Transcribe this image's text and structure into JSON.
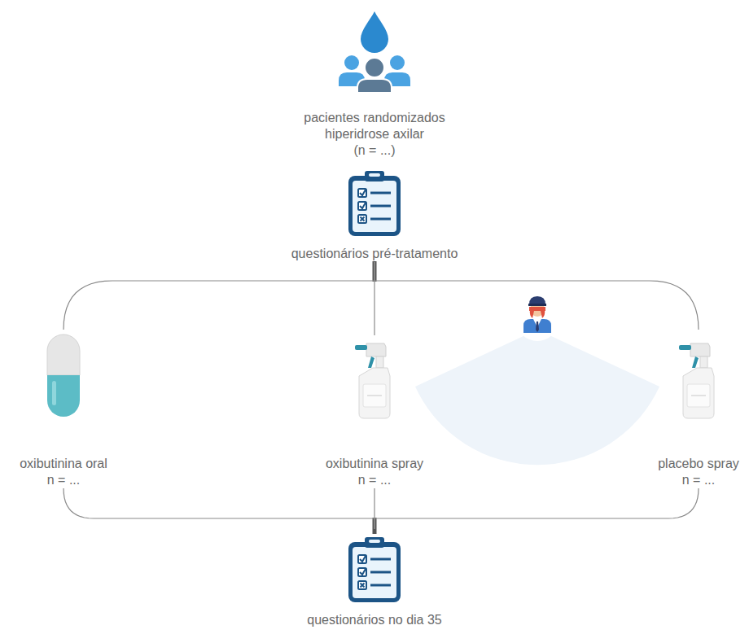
{
  "diagram": {
    "nodes": [
      {
        "text": [
          "pacientes randomizados hiperidrose axilar",
          "(n = ...)"
        ]
      },
      {
        "text": [
          "questionários pré-tratamento"
        ]
      },
      {
        "text": [
          "oxibutinina oral",
          "n = ..."
        ]
      },
      {
        "text": [
          "oxibutinina spray",
          "n = ..."
        ]
      },
      {
        "text": [
          "placebo spray",
          "n = ..."
        ]
      },
      {
        "text": [
          "questionários no dia 35"
        ]
      }
    ],
    "edges": [
      {
        "from": 1,
        "to": 2,
        "arrow": "none"
      },
      {
        "from": 1,
        "to": 3,
        "arrow": "none"
      },
      {
        "from": 1,
        "to": 4,
        "arrow": "none"
      },
      {
        "from": 2,
        "to": 5,
        "arrow": "none"
      },
      {
        "from": 3,
        "to": 5,
        "arrow": "none"
      },
      {
        "from": 4,
        "to": 5,
        "arrow": "none"
      }
    ]
  }
}
